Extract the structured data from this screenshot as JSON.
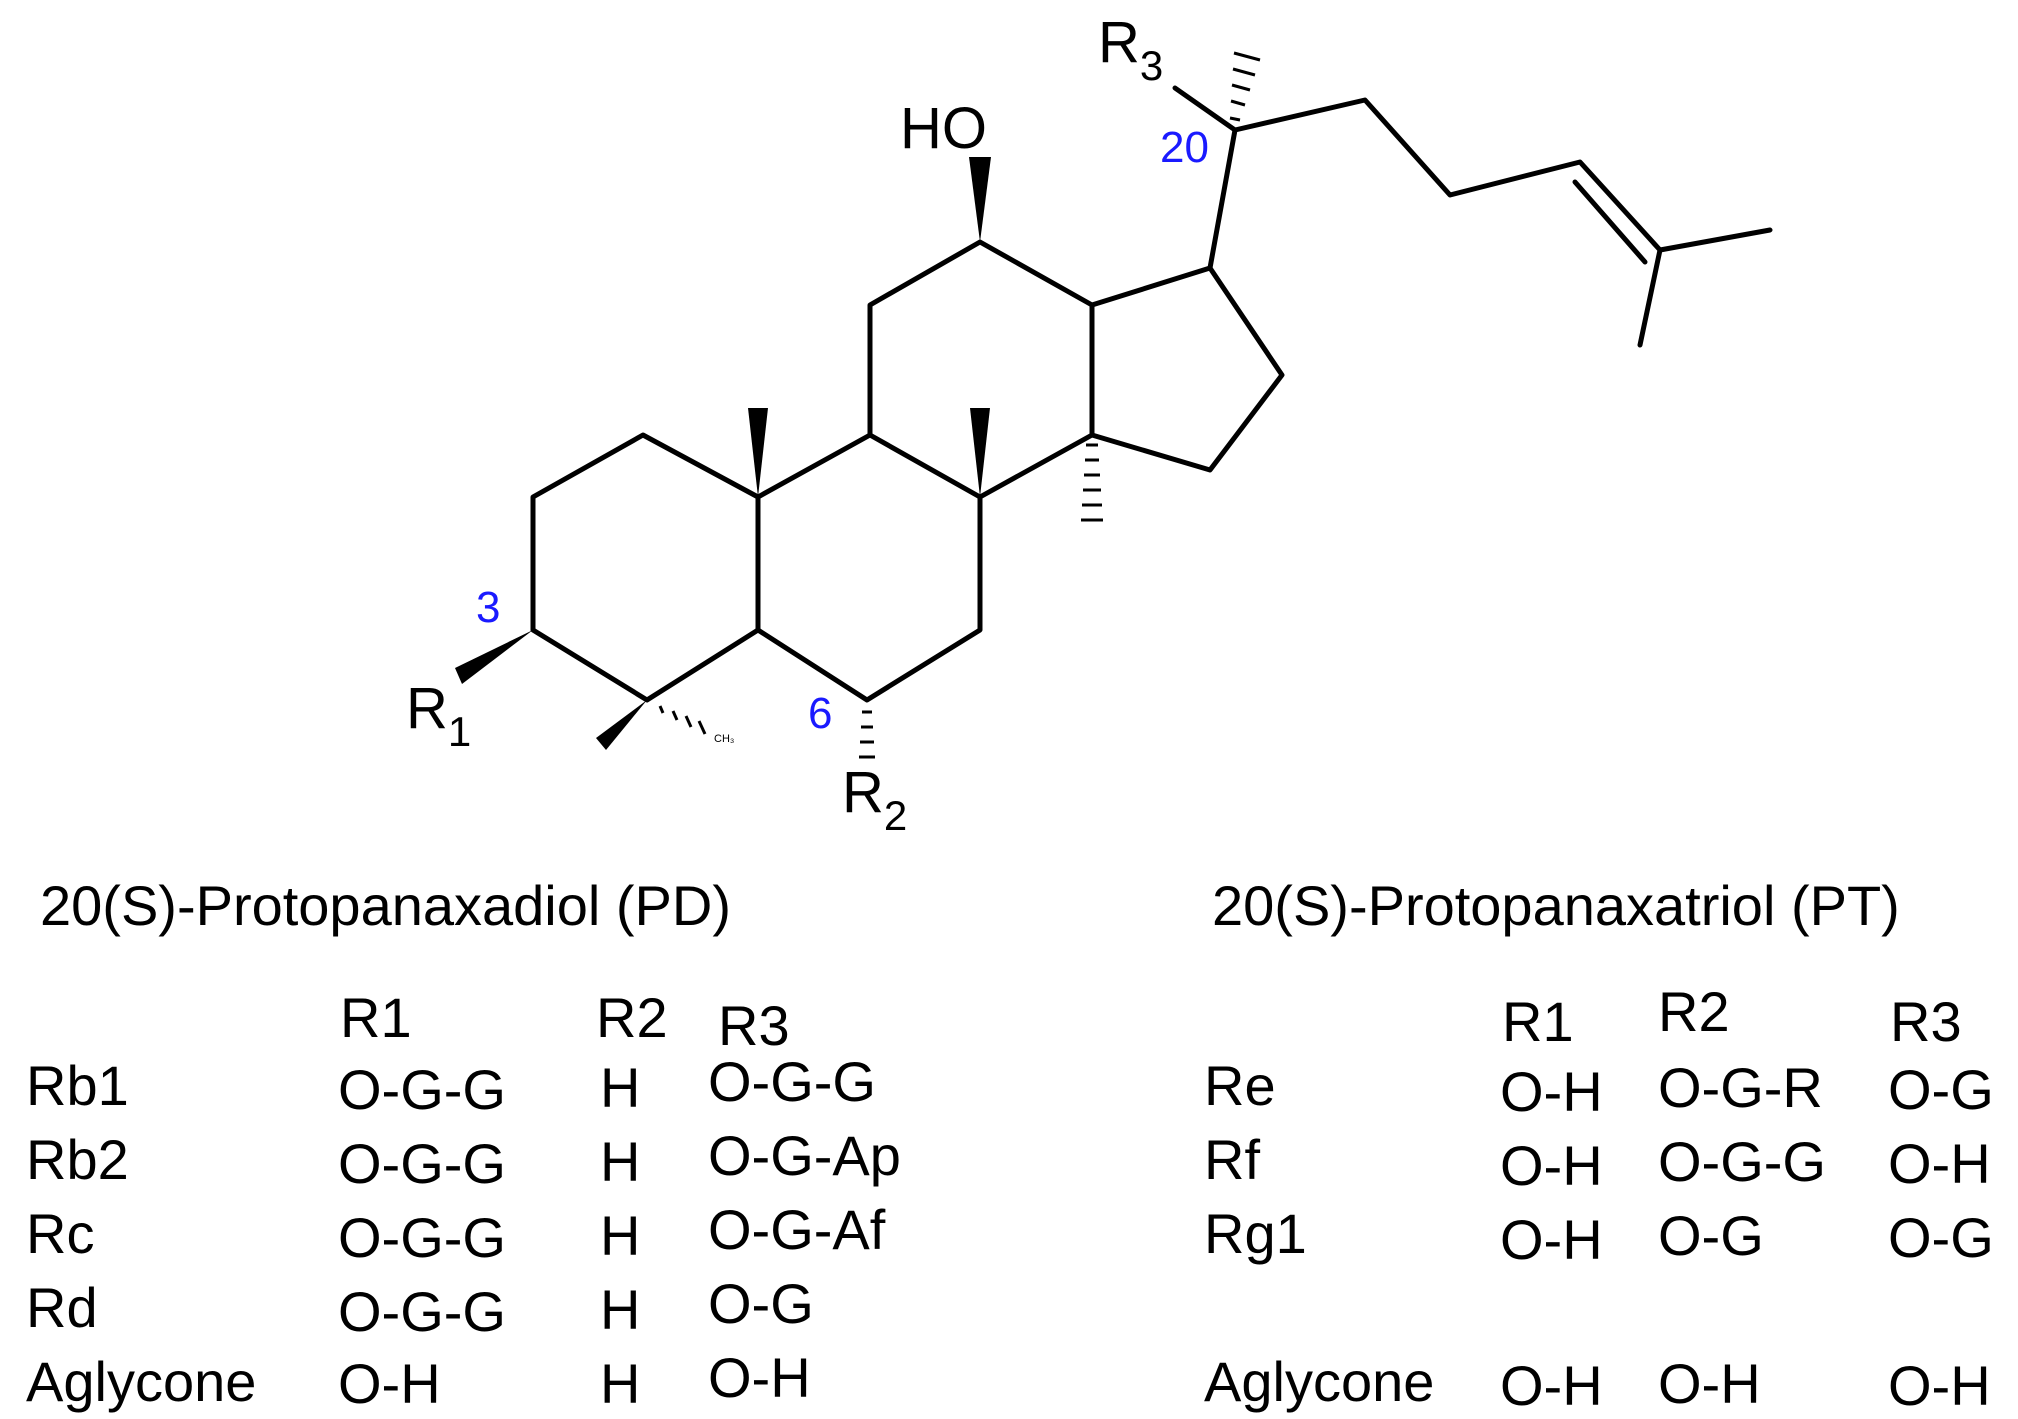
{
  "colors": {
    "position_numbers": "#1a1aff",
    "ink": "#000000"
  },
  "structure": {
    "hydroxyl": "HO",
    "substituent_r1": {
      "main": "R",
      "sub": "1"
    },
    "substituent_r2": {
      "main": "R",
      "sub": "2"
    },
    "substituent_r3": {
      "main": "R",
      "sub": "3"
    },
    "methyl_tiny": "CH₃",
    "positions": {
      "c3": "3",
      "c6": "6",
      "c20": "20"
    }
  },
  "pd": {
    "title": "20(S)-Protopanaxadiol (PD)",
    "headers": [
      "R1",
      "R2",
      "R3"
    ],
    "rows": [
      {
        "name": "Rb1",
        "r1": "O-G-G",
        "r2": "H",
        "r3": "O-G-G"
      },
      {
        "name": "Rb2",
        "r1": "O-G-G",
        "r2": "H",
        "r3": "O-G-Ap"
      },
      {
        "name": "Rc",
        "r1": "O-G-G",
        "r2": "H",
        "r3": "O-G-Af"
      },
      {
        "name": "Rd",
        "r1": "O-G-G",
        "r2": "H",
        "r3": "O-G"
      },
      {
        "name": "Aglycone",
        "r1": "O-H",
        "r2": "H",
        "r3": "O-H"
      }
    ]
  },
  "pt": {
    "title": "20(S)-Protopanaxatriol (PT)",
    "headers": [
      "R1",
      "R2",
      "R3"
    ],
    "rows": [
      {
        "name": "Re",
        "r1": "O-H",
        "r2": "O-G-R",
        "r3": "O-G"
      },
      {
        "name": "Rf",
        "r1": "O-H",
        "r2": "O-G-G",
        "r3": "O-H"
      },
      {
        "name": "Rg1",
        "r1": "O-H",
        "r2": "O-G",
        "r3": "O-G"
      },
      {
        "name": "Aglycone",
        "r1": "O-H",
        "r2": "O-H",
        "r3": "O-H"
      }
    ]
  }
}
